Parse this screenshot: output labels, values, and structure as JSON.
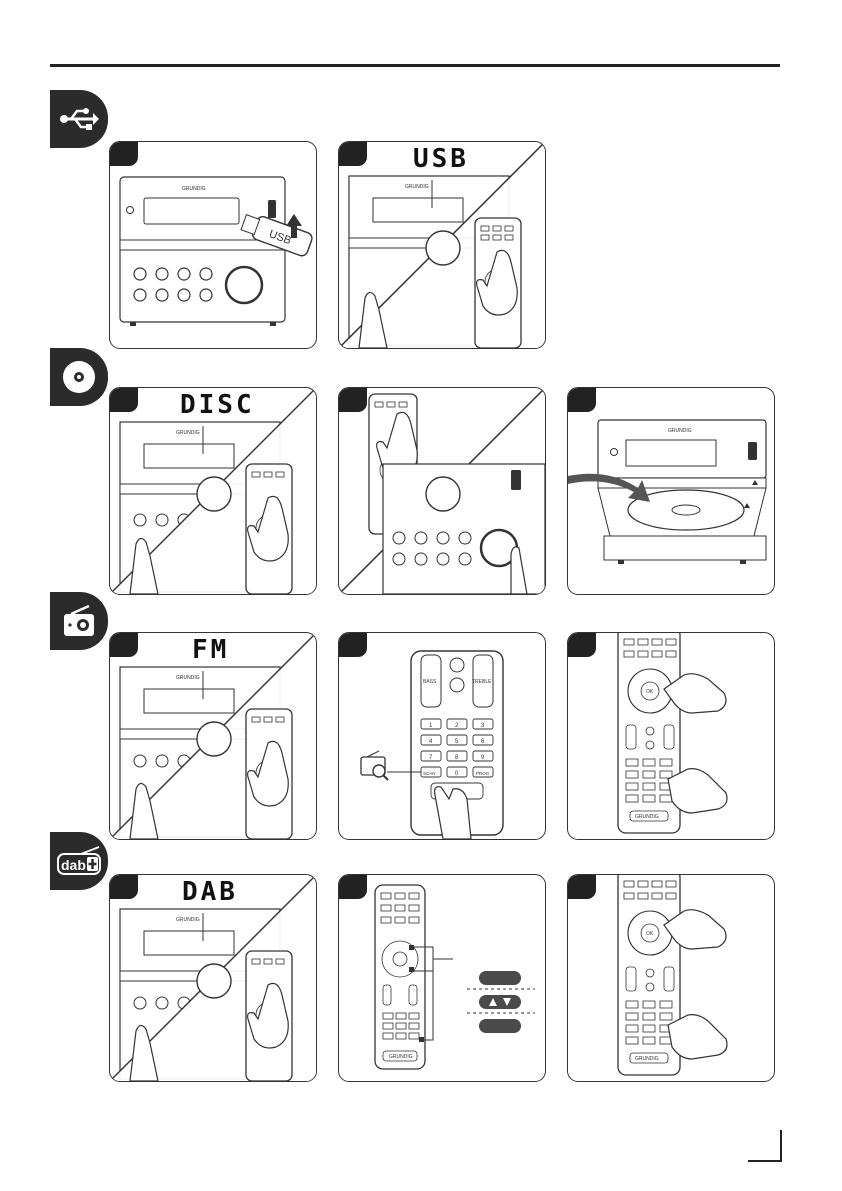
{
  "sections": {
    "usb": {
      "icon": "usb-icon"
    },
    "disc": {
      "icon": "disc-icon"
    },
    "radio": {
      "icon": "radio-icon"
    },
    "dab": {
      "icon": "dab-plus-icon",
      "label": "dab"
    }
  },
  "brand": "GRUNDIG",
  "displays": {
    "usb": "USB",
    "disc": "DISC",
    "fm": "FM",
    "dab": "DAB"
  },
  "usb_stick_label": "USB",
  "remote_labels": {
    "bass": "BASS",
    "treble": "TREBLE",
    "scan": "SCAN",
    "prog": "PROG",
    "ok": "OK",
    "keypad": [
      "1",
      "2",
      "3",
      "4",
      "5",
      "6",
      "7",
      "8",
      "9",
      "0"
    ]
  },
  "colors": {
    "ink": "#222222",
    "tab": "#2b2b2b",
    "pill": "#4a4a4a",
    "arrow": "#555555"
  }
}
